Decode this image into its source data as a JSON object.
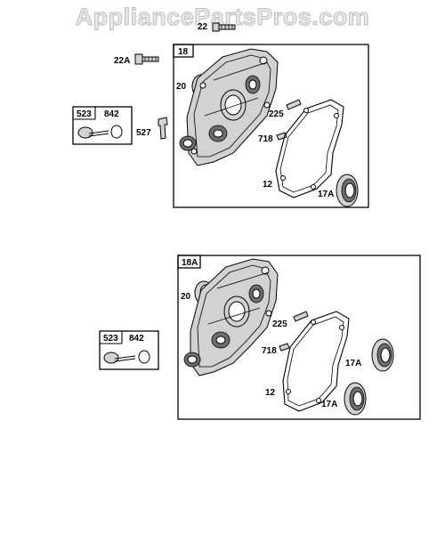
{
  "watermark": "AppliancePartsPros.com",
  "top_assembly": {
    "box_label": "18",
    "labels": {
      "p22": "22",
      "p22a": "22A",
      "p20": "20",
      "p527": "527",
      "p225": "225",
      "p718": "718",
      "p12": "12",
      "p17a": "17A"
    },
    "kit": {
      "label_left": "523",
      "label_right": "842"
    }
  },
  "bottom_assembly": {
    "box_label": "18A",
    "labels": {
      "p20": "20",
      "p225": "225",
      "p718": "718",
      "p12": "12",
      "p17a_upper": "17A",
      "p17a_lower": "17A"
    },
    "kit": {
      "label_left": "523",
      "label_right": "842"
    }
  }
}
